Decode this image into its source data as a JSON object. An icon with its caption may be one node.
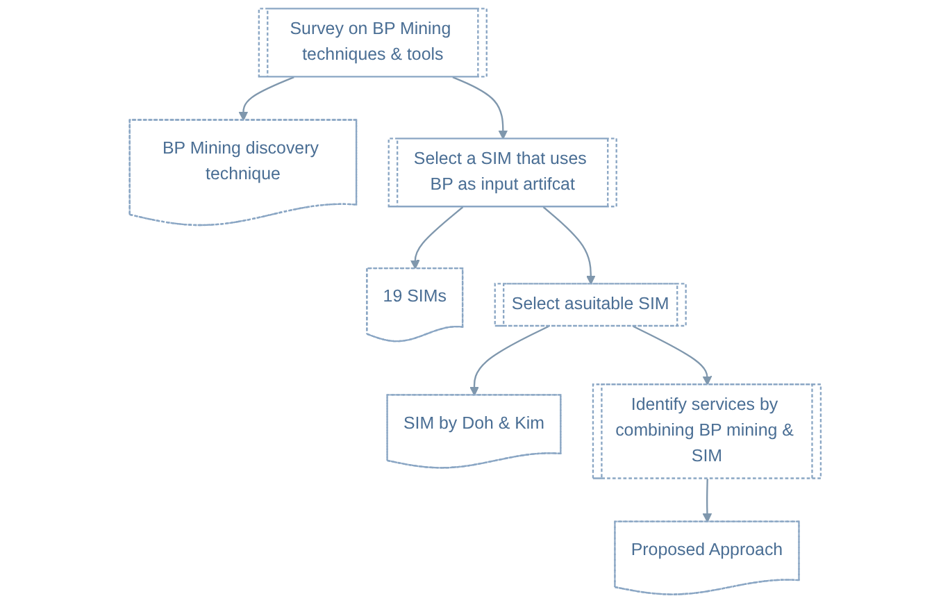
{
  "diagram": {
    "nodes": [
      {
        "text": [
          "Survey on BP Mining techniques & tools"
        ]
      },
      {
        "text": [
          "BP Mining discovery technique"
        ]
      },
      {
        "text": [
          "Select a SIM that uses BP as input artifcat"
        ]
      },
      {
        "text": [
          "19 SIMs"
        ]
      },
      {
        "text": [
          "Select asuitable SIM"
        ]
      },
      {
        "text": [
          "SIM by Doh & Kim"
        ]
      },
      {
        "text": [
          "Identify services by combining BP mining & SIM"
        ]
      },
      {
        "text": [
          "Proposed Approach"
        ]
      }
    ],
    "edges": [
      {
        "from": 0,
        "to": 1,
        "arrow": "to"
      },
      {
        "from": 0,
        "to": 2,
        "arrow": "to"
      },
      {
        "from": 2,
        "to": 3,
        "arrow": "to"
      },
      {
        "from": 2,
        "to": 4,
        "arrow": "to"
      },
      {
        "from": 4,
        "to": 5,
        "arrow": "to"
      },
      {
        "from": 4,
        "to": 6,
        "arrow": "to"
      },
      {
        "from": 6,
        "to": 7,
        "arrow": "to"
      }
    ]
  }
}
